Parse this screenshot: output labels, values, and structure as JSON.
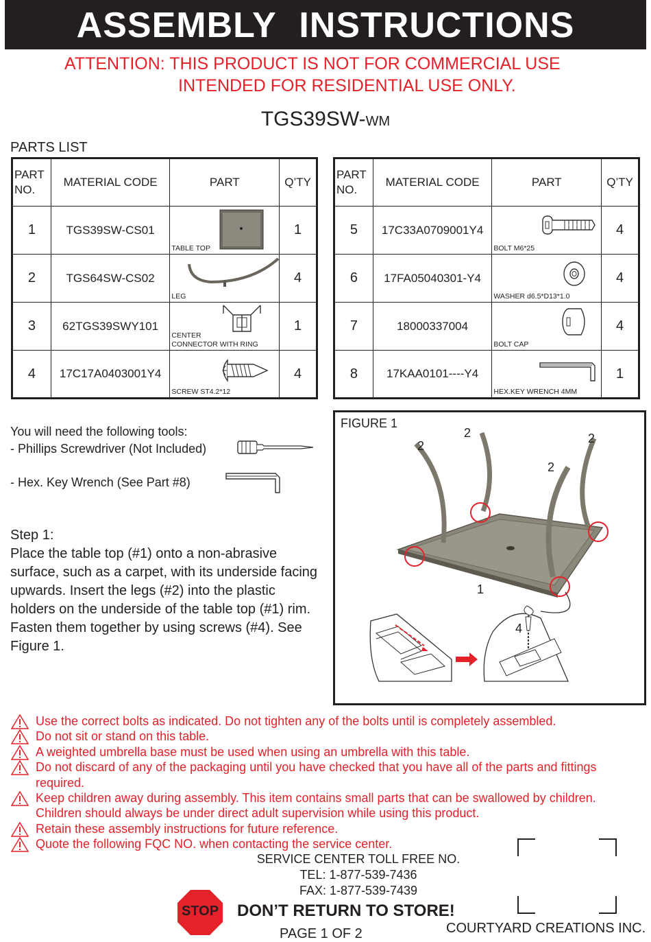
{
  "header": {
    "title": "ASSEMBLY   INSTRUCTIONS",
    "attention_line1": "ATTENTION: THIS PRODUCT IS NOT FOR COMMERCIAL USE",
    "attention_line2": "INTENDED FOR RESIDENTIAL USE ONLY.",
    "model": "TGS39SW-",
    "model_suffix": "WM"
  },
  "parts_list": {
    "title": "PARTS LIST",
    "columns": {
      "part_no_1": "PART",
      "part_no_2": "NO.",
      "material_code": "MATERIAL CODE",
      "part": "PART",
      "qty": "Q’TY"
    },
    "left": [
      {
        "no": "1",
        "code": "TGS39SW-CS01",
        "caption": "TABLE TOP",
        "qty": "1"
      },
      {
        "no": "2",
        "code": "TGS64SW-CS02",
        "caption": "LEG",
        "qty": "4"
      },
      {
        "no": "3",
        "code": "62TGS39SWY101",
        "caption_1": "CENTER",
        "caption_2": "CONNECTOR WITH RING",
        "qty": "1"
      },
      {
        "no": "4",
        "code": "17C17A0403001Y4",
        "caption": "SCREW ST4.2*12",
        "qty": "4"
      }
    ],
    "right": [
      {
        "no": "5",
        "code": "17C33A0709001Y4",
        "caption": "BOLT M6*25",
        "qty": "4"
      },
      {
        "no": "6",
        "code": "17FA05040301-Y4",
        "caption": "WASHER d6.5*D13*1.0",
        "qty": "4"
      },
      {
        "no": "7",
        "code": "18000337004",
        "caption": "BOLT CAP",
        "qty": "4"
      },
      {
        "no": "8",
        "code": "17KAA0101----Y4",
        "caption": "HEX.KEY WRENCH 4MM",
        "qty": "1"
      }
    ]
  },
  "tools": {
    "intro": "You will need the following tools:",
    "tool1": "- Phillips Screwdriver (Not Included)",
    "tool2": "- Hex. Key Wrench (See Part #8)"
  },
  "step1": {
    "title": "Step 1:",
    "text": "Place the table top (#1) onto a non-abrasive surface, such as a carpet, with its underside facing upwards. Insert the legs (#2) into the plastic holders on the underside of the table top (#1) rim. Fasten them together by using screws (#4). See Figure 1."
  },
  "figure1": {
    "title": "FIGURE 1",
    "labels": [
      "2",
      "2",
      "2",
      "2",
      "1",
      "4"
    ]
  },
  "warnings": [
    "Use the correct bolts as indicated. Do not tighten any of the bolts until is completely assembled.",
    "Do not sit or stand on this table.",
    "A weighted umbrella base must be used when using an umbrella with this table.",
    "Do not discard of any of the packaging until you have checked that you have all of the parts and fittings required.",
    "Keep children away during assembly. This item contains small parts that can be swallowed by children. Children should always be under direct adult supervision while using this product.",
    "Retain these assembly instructions for future reference.",
    "Quote the following FQC NO. when contacting the service center."
  ],
  "service": {
    "title": "SERVICE CENTER TOLL FREE NO.",
    "tel": "TEL: 1-877-539-7436",
    "fax": "FAX: 1-877-539-7439"
  },
  "footer": {
    "stop": "STOP",
    "dont_return": "DON’T RETURN TO STORE!",
    "page": "PAGE 1 OF 2",
    "company": "COURTYARD CREATIONS INC."
  },
  "colors": {
    "red": "#e4222a",
    "dark": "#231f20",
    "metal": "#7d786c"
  }
}
